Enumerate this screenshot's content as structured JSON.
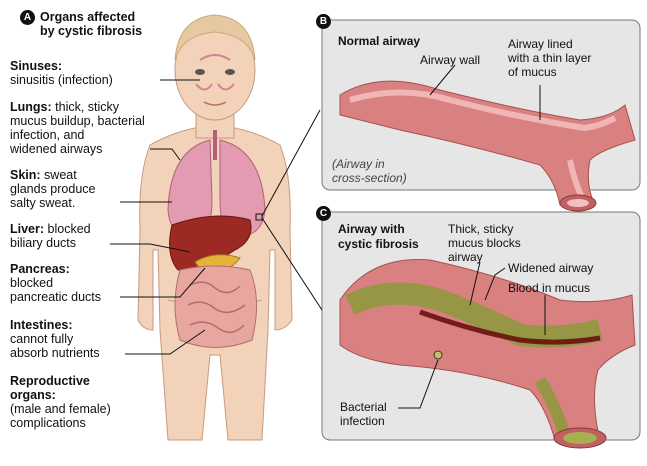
{
  "panel_a": {
    "badge": "A",
    "title_line1": "Organs affected",
    "title_line2": "by cystic fibrosis",
    "sinuses": {
      "heading": "Sinuses:",
      "line1": "sinusitis (infection)"
    },
    "lungs": {
      "heading": "Lungs:",
      "line1_rest": "thick, sticky",
      "line2": "mucus buildup, bacterial",
      "line3": "infection, and",
      "line4": "widened airways"
    },
    "skin": {
      "heading": "Skin:",
      "line1_rest": "sweat",
      "line2": "glands produce",
      "line3": "salty sweat."
    },
    "liver": {
      "heading": "Liver:",
      "line1_rest": "blocked",
      "line2": "biliary ducts"
    },
    "pancreas": {
      "heading": "Pancreas:",
      "line1": "blocked",
      "line2": "pancreatic ducts"
    },
    "intestines": {
      "heading": "Intestines:",
      "line1": "cannot fully",
      "line2": "absorb nutrients"
    },
    "reproductive": {
      "heading1": "Reproductive",
      "heading2": "organs:",
      "line1": "(male and female)",
      "line2": "complications"
    }
  },
  "panel_b": {
    "badge": "B",
    "title": "Normal airway",
    "airway_wall": "Airway wall",
    "lined_line1": "Airway lined",
    "lined_line2": "with a thin layer",
    "lined_line3": "of mucus",
    "note_line1": "(Airway in",
    "note_line2": "cross-section)"
  },
  "panel_c": {
    "badge": "C",
    "title_line1": "Airway with",
    "title_line2": "cystic fibrosis",
    "mucus_line1": "Thick, sticky",
    "mucus_line2": "mucus blocks",
    "mucus_line3": "airway",
    "widened": "Widened airway",
    "blood": "Blood in mucus",
    "bacterial_line1": "Bacterial",
    "bacterial_line2": "infection"
  },
  "colors": {
    "skin": "#f2d2b8",
    "lung": "#e29bb0",
    "liver": "#9c2a22",
    "intestine": "#e8a6a0",
    "airway_outer": "#d98080",
    "airway_inner": "#e8a0a0",
    "mucus_green": "#8a9a3a",
    "panel_bg": "#e8e8e8"
  }
}
